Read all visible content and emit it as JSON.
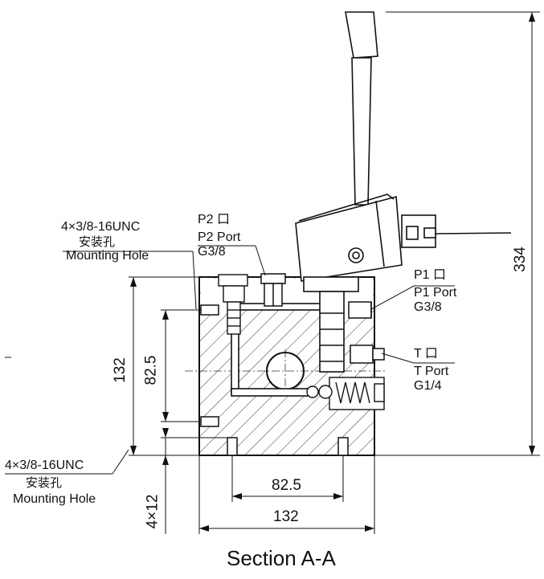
{
  "labels": {
    "mounting_top": {
      "thread": "4×3/8-16UNC",
      "cn": "安装孔",
      "en": "Mounting Hole"
    },
    "mounting_bottom": {
      "thread": "4×3/8-16UNC",
      "cn": "安装孔",
      "en": "Mounting Hole"
    },
    "p2": {
      "title": "P2 口",
      "name": "P2 Port",
      "size": "G3/8"
    },
    "p1": {
      "title": "P1 口",
      "name": "P1 Port",
      "size": "G3/8"
    },
    "t": {
      "title": "T 口",
      "name": "T Port",
      "size": "G1/4"
    }
  },
  "dimensions": {
    "overall_height": "334",
    "body_height": "132",
    "hole_spacing_vertical": "82.5",
    "hole_spacing_horizontal": "82.5",
    "body_width": "132",
    "hole_depth": "4×12"
  },
  "caption": "Section A-A"
}
